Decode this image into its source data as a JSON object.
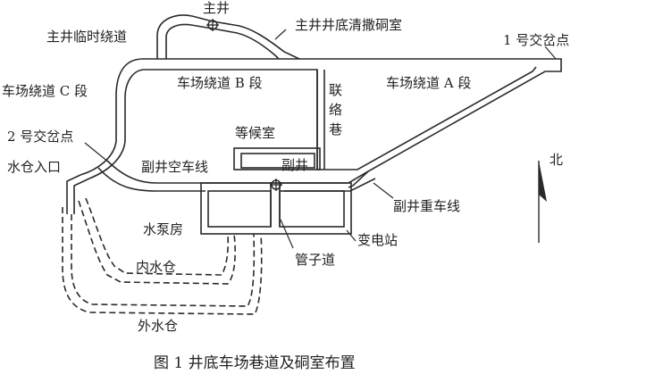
{
  "labels": {
    "main_shaft": "主井",
    "main_shaft_bypass": "主井临时绕道",
    "main_shaft_sump_room": "主井井底清撒硐室",
    "junction_1": "1 号交岔点",
    "loop_c": "车场绕道 C 段",
    "loop_b": "车场绕道 B 段",
    "connecting_lane": [
      "联",
      "络",
      "巷"
    ],
    "loop_a": "车场绕道 A 段",
    "waiting_room": "等候室",
    "junction_2": "2 号交岔点",
    "water_sump_entry": "水仓入口",
    "aux_empty_line": "副井空车线",
    "aux_shaft": "副井",
    "aux_loaded_line": "副井重车线",
    "north": "北",
    "pump_room": "水泵房",
    "substation": "变电站",
    "pipe_lane": "管子道",
    "inner_sump": "内水仓",
    "outer_sump": "外水仓"
  },
  "caption": "图 1   井底车场巷道及硐室布置"
}
